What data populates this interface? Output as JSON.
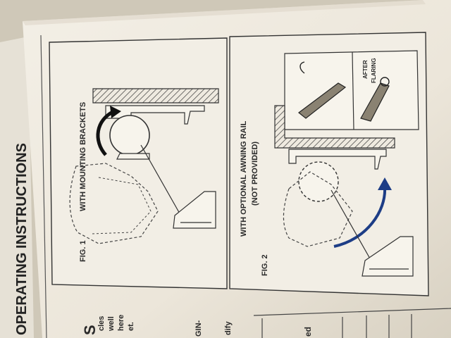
{
  "page": {
    "section_title": "OPERATING INSTRUCTIONS",
    "left_title_fragment": "S",
    "left_fragments": [
      "cles",
      "well",
      "here",
      "et.",
      "GIN-",
      "dify"
    ],
    "table_fragment": "ed"
  },
  "figures": [
    {
      "label": "FIG. 1",
      "caption": "WITH MOUNTING BRACKETS"
    },
    {
      "label": "FIG. 2",
      "caption_line1": "WITH OPTIONAL AWNING RAIL",
      "caption_line2": "(NOT PROVIDED)",
      "inset_label_line1": "AFTER",
      "inset_label_line2": "FLARING"
    }
  ]
}
